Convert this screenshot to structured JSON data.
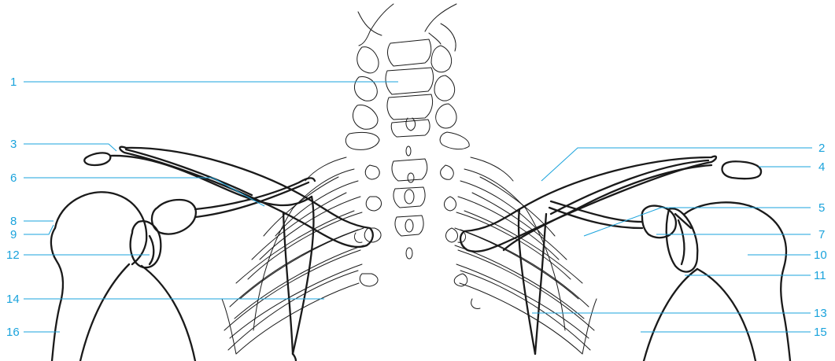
{
  "figure": {
    "accent_color": "#1aa3dc",
    "line_color": "#1a1a1a",
    "labels": {
      "l1": "1",
      "l2": "2",
      "l3": "3",
      "l4": "4",
      "l5": "5",
      "l6": "6",
      "l7": "7",
      "l8": "8",
      "l9": "9",
      "l10": "10",
      "l11": "11",
      "l12": "12",
      "l13": "13",
      "l14": "14",
      "l15": "15",
      "l16": "16"
    }
  }
}
